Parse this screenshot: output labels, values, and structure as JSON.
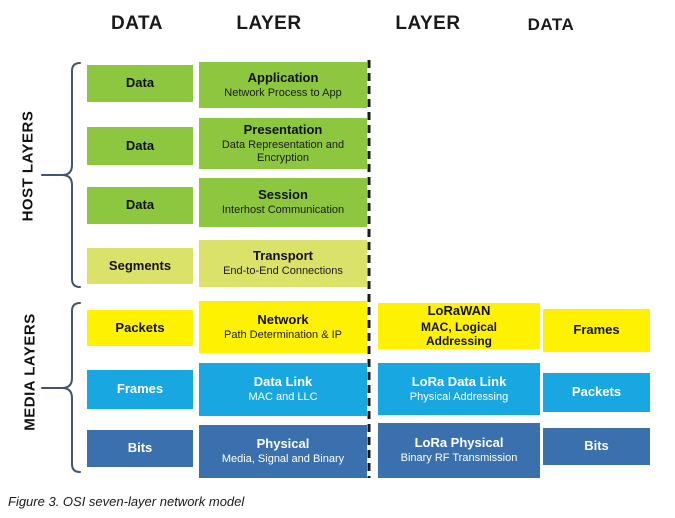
{
  "headers": {
    "data_left": "DATA",
    "layer_left": "LAYER",
    "layer_right": "LAYER",
    "data_right": "DATA"
  },
  "side_labels": {
    "host": "HOST LAYERS",
    "media": "MEDIA LAYERS"
  },
  "osi_rows": [
    {
      "data": "Data",
      "layer": "Application",
      "desc": "Network Process to App"
    },
    {
      "data": "Data",
      "layer": "Presentation",
      "desc": "Data Representation and Encryption"
    },
    {
      "data": "Data",
      "layer": "Session",
      "desc": "Interhost Communication"
    },
    {
      "data": "Segments",
      "layer": "Transport",
      "desc": "End-to-End Connections"
    },
    {
      "data": "Packets",
      "layer": "Network",
      "desc": "Path Determination & IP"
    },
    {
      "data": "Frames",
      "layer": "Data Link",
      "desc": "MAC and LLC"
    },
    {
      "data": "Bits",
      "layer": "Physical",
      "desc": "Media, Signal and Binary"
    }
  ],
  "lora_rows": [
    {
      "layer": "LoRaWAN",
      "desc": "MAC, Logical Addressing",
      "data": "Frames"
    },
    {
      "layer": "LoRa Data Link",
      "desc": "Physical Addressing",
      "data": "Packets"
    },
    {
      "layer": "LoRa Physical",
      "desc": "Binary RF Transmission",
      "data": "Bits"
    }
  ],
  "caption": "Figure 3. OSI seven-layer network model",
  "colors": {
    "green": "#8dc63f",
    "lime": "#dbe26a",
    "yellow": "#fff200",
    "light_blue": "#19a7e2",
    "dark_blue": "#3a70ae",
    "brace": "#44546a"
  }
}
